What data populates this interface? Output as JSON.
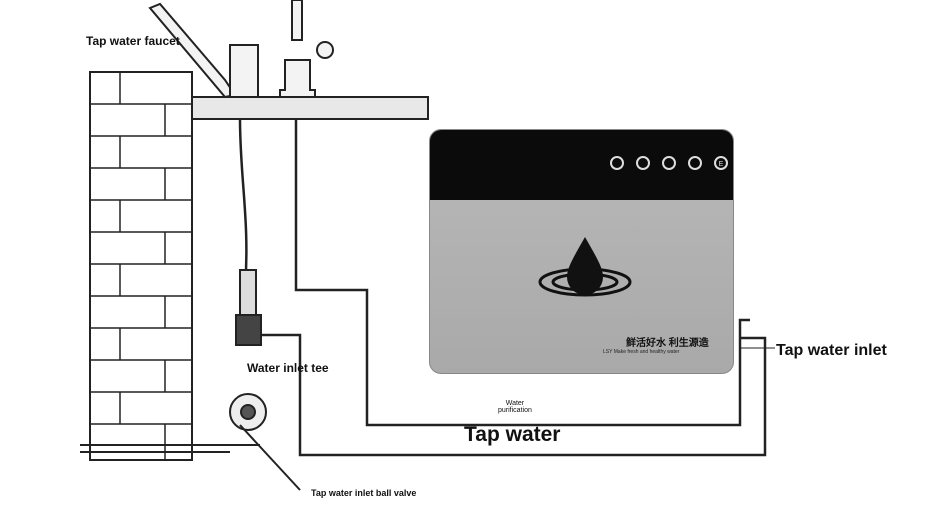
{
  "labels": {
    "faucet": "Tap water faucet",
    "tee": "Water inlet tee",
    "ball_valve": "Tap water inlet ball valve",
    "inlet": "Tap water inlet",
    "tap_water": "Tap water",
    "purification": "Water\npurification"
  },
  "purifier": {
    "slogan": "鲜活好水  利生源造",
    "subtitle": "LSY  Make  fresh and healthy water",
    "buttons": [
      "icon-1",
      "icon-2",
      "icon-3",
      "icon-4",
      "E"
    ]
  }
}
